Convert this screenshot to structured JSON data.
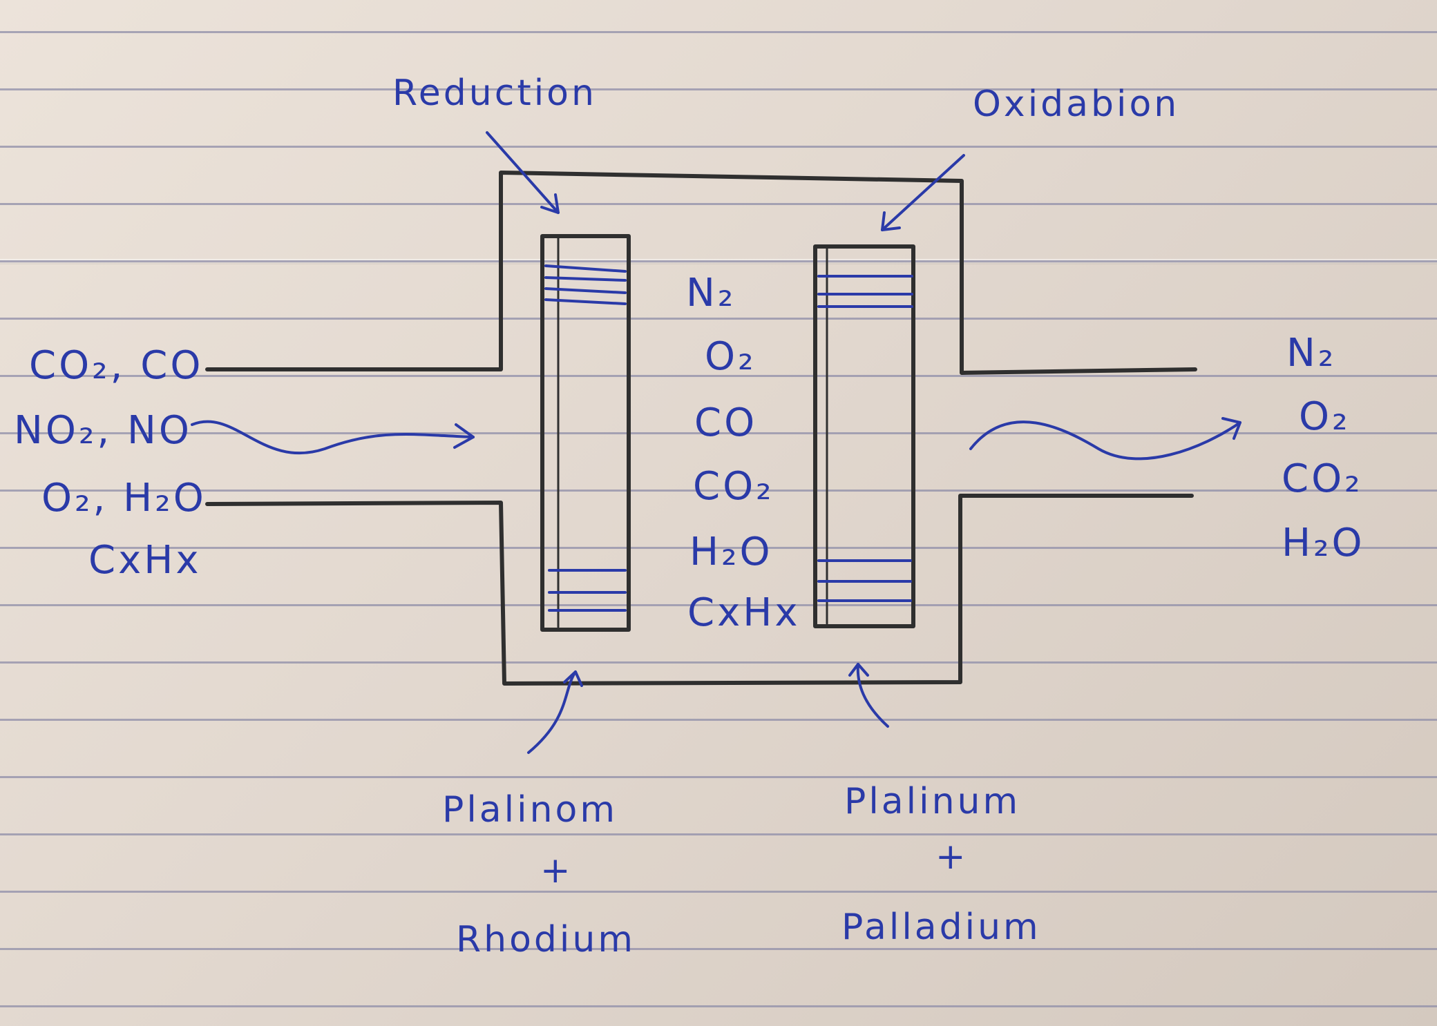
{
  "labels": {
    "reduction": "Reduction",
    "oxidation": "Oxidabion"
  },
  "inlet": {
    "line1": "CO₂, CO",
    "line2": "NO₂, NO",
    "line3": "O₂, H₂O",
    "line4": "CxHx"
  },
  "middle": [
    "N₂",
    "O₂",
    "CO",
    "CO₂",
    "H₂O",
    "CxHx"
  ],
  "outlet": [
    "N₂",
    "O₂",
    "CO₂",
    "H₂O"
  ],
  "catalyst_left": {
    "metal1": "Plalinom",
    "plus": "+",
    "metal2": "Rhodium"
  },
  "catalyst_right": {
    "metal1": "Plalinum",
    "plus": "+",
    "metal2": "Palladium"
  },
  "colors": {
    "ink_blue": "#2a3aa8",
    "pencil": "#2f2f2f",
    "paper": "#e6ddd4",
    "rule_lines": "#8f8da8"
  }
}
